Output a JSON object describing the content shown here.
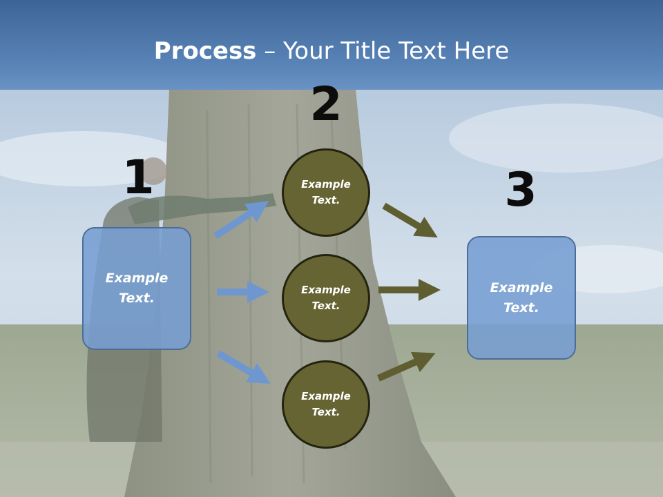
{
  "title": {
    "bold": "Process",
    "rest": " – Your Title Text Here"
  },
  "steps": [
    {
      "number": "1",
      "text": "Example\nText."
    },
    {
      "number": "2",
      "items": [
        "Example\nText.",
        "Example\nText.",
        "Example\nText."
      ]
    },
    {
      "number": "3",
      "text": "Example\nText."
    }
  ],
  "colors": {
    "header": "#5a85b8",
    "box_fill": "#769ed2",
    "circle_fill": "#666432",
    "blue_arrow": "#6f97cf",
    "olive_arrow": "#5e5e30"
  }
}
